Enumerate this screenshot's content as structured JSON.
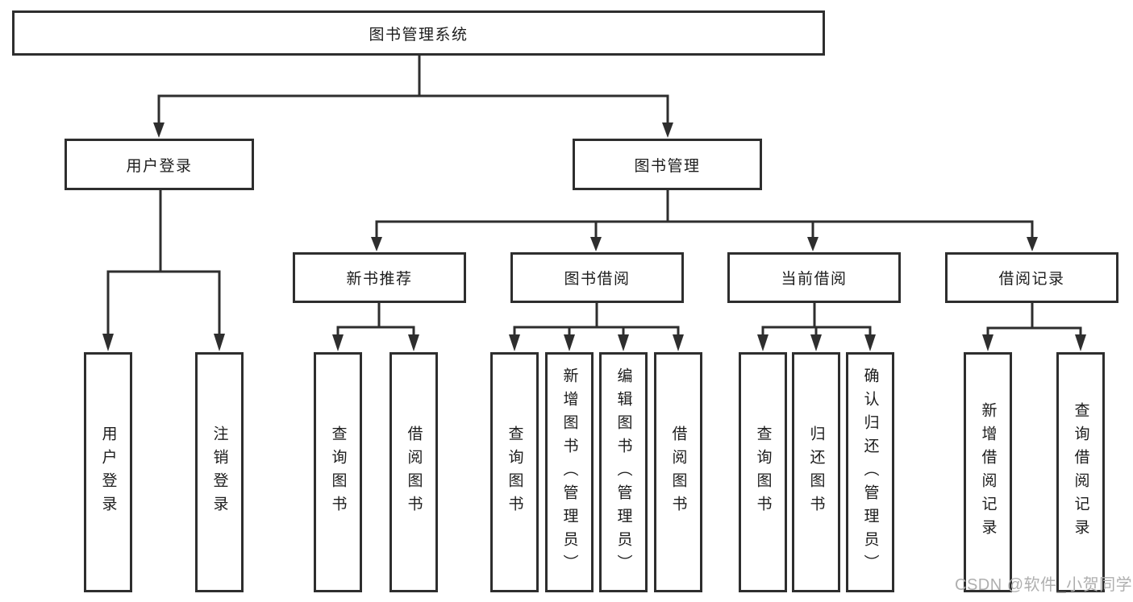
{
  "meta": {
    "background_color": "#ffffff",
    "line_color": "#2e2e2e",
    "box_border_color": "#2e2e2e",
    "text_color": "#1c1c1c",
    "watermark_color": "#afafaf"
  },
  "watermark": "CSDN @软件_小贺同学",
  "nodes": {
    "root": "图书管理系统",
    "level2": {
      "user_login": "用户登录",
      "book_management": "图书管理"
    },
    "level3": {
      "new_book_recommend": "新书推荐",
      "book_borrow": "图书借阅",
      "current_borrow": "当前借阅",
      "borrow_records": "借阅记录"
    },
    "leaves": {
      "user_login": "用户登录",
      "logout_login": "注销登录",
      "query_book_rec": "查询图书",
      "borrow_book_rec": "借阅图书",
      "query_book_borrow": "查询图书",
      "add_book_admin": "新增图书（管理员）",
      "edit_book_admin": "编辑图书（管理员）",
      "borrow_book_borrow": "借阅图书",
      "query_book_current": "查询图书",
      "return_book": "归还图书",
      "confirm_return_admin": "确认归还（管理员）",
      "add_borrow_record": "新增借阅记录",
      "query_borrow_record": "查询借阅记录"
    }
  }
}
